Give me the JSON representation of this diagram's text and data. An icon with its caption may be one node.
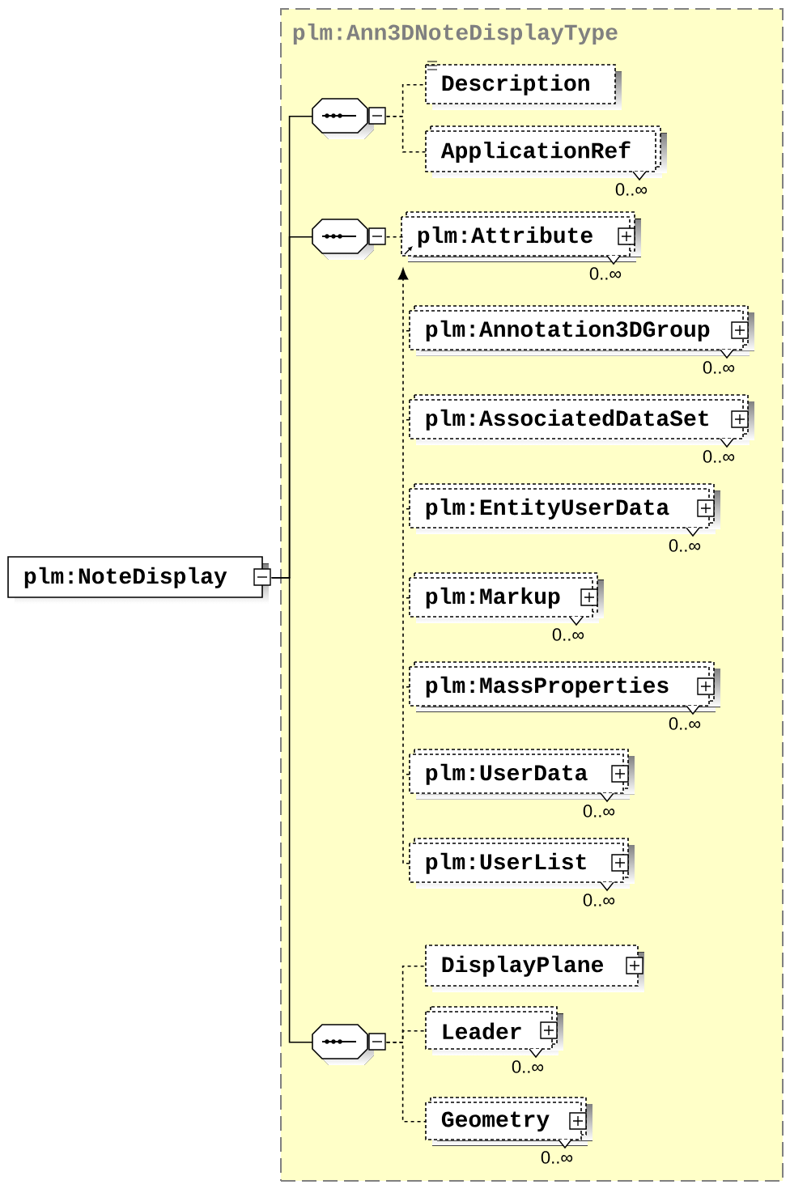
{
  "diagram": {
    "nodes": [
      {
        "text": [
          "plm:Ann3DNoteDisplayType"
        ]
      },
      {
        "text": [
          "plm:NoteDisplay"
        ]
      },
      {
        "text": [],
        "shape": "octagon",
        "in": 0
      },
      {
        "text": [
          "Description"
        ],
        "in": 0
      },
      {
        "text": [
          "ApplicationRef"
        ],
        "beside": [
          "0..∞"
        ],
        "in": 0
      },
      {
        "text": [],
        "shape": "octagon",
        "in": 0
      },
      {
        "text": [
          "plm:Attribute"
        ],
        "beside": [
          "0..∞"
        ],
        "in": 0
      },
      {
        "text": [
          "plm:Annotation3DGroup"
        ],
        "beside": [
          "0..∞"
        ],
        "in": 0
      },
      {
        "text": [
          "plm:AssociatedDataSet"
        ],
        "beside": [
          "0..∞"
        ],
        "in": 0
      },
      {
        "text": [
          "plm:EntityUserData"
        ],
        "beside": [
          "0..∞"
        ],
        "in": 0
      },
      {
        "text": [
          "plm:Markup"
        ],
        "beside": [
          "0..∞"
        ],
        "in": 0
      },
      {
        "text": [
          "plm:MassProperties"
        ],
        "beside": [
          "0..∞"
        ],
        "in": 0
      },
      {
        "text": [
          "plm:UserData"
        ],
        "beside": [
          "0..∞"
        ],
        "in": 0
      },
      {
        "text": [
          "plm:UserList"
        ],
        "beside": [
          "0..∞"
        ],
        "in": 0
      },
      {
        "text": [],
        "shape": "octagon",
        "in": 0
      },
      {
        "text": [
          "DisplayPlane"
        ],
        "in": 0
      },
      {
        "text": [
          "Leader"
        ],
        "beside": [
          "0..∞"
        ],
        "in": 0
      },
      {
        "text": [
          "Geometry"
        ],
        "beside": [
          "0..∞"
        ],
        "in": 0
      }
    ],
    "edges": [
      {
        "from": 1,
        "to": 2,
        "arrow": "none"
      },
      {
        "from": 1,
        "to": 5,
        "arrow": "none"
      },
      {
        "from": 1,
        "to": 14,
        "arrow": "none"
      },
      {
        "from": 2,
        "to": 3,
        "arrow": "none",
        "style": "dashed"
      },
      {
        "from": 2,
        "to": 4,
        "arrow": "none",
        "style": "dashed"
      },
      {
        "from": 5,
        "to": 6,
        "arrow": "none",
        "style": "dashed"
      },
      {
        "from": 7,
        "to": 6,
        "arrow": "to",
        "style": "dashed"
      },
      {
        "from": 8,
        "to": 6,
        "arrow": "to",
        "style": "dashed"
      },
      {
        "from": 9,
        "to": 6,
        "arrow": "to",
        "style": "dashed"
      },
      {
        "from": 10,
        "to": 6,
        "arrow": "to",
        "style": "dashed"
      },
      {
        "from": 11,
        "to": 6,
        "arrow": "to",
        "style": "dashed"
      },
      {
        "from": 12,
        "to": 6,
        "arrow": "to",
        "style": "dashed"
      },
      {
        "from": 13,
        "to": 6,
        "arrow": "to",
        "style": "dashed"
      },
      {
        "from": 14,
        "to": 15,
        "arrow": "none",
        "style": "dashed"
      },
      {
        "from": 14,
        "to": 16,
        "arrow": "none",
        "style": "dashed"
      },
      {
        "from": 14,
        "to": 17,
        "arrow": "none",
        "style": "dashed"
      }
    ]
  }
}
